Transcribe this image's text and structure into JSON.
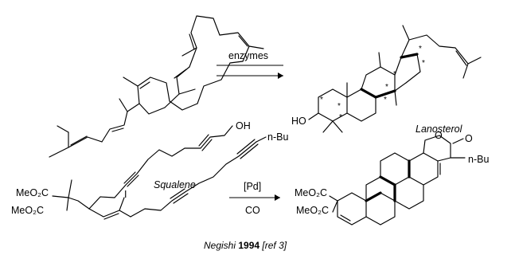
{
  "top_reaction": {
    "reactant_name": "Squalene",
    "reagent": "enzymes",
    "product_name": "Lanosterol",
    "product_hydroxyl": "HO",
    "stereocenter_mark": "*"
  },
  "bottom_reaction": {
    "reactant_ester_1": "MeO₂C",
    "reactant_ester_2": "MeO₂C",
    "reactant_hydroxyl": "OH",
    "reactant_halide": "I",
    "reactant_alkyl": "n-Bu",
    "catalyst": "[Pd]",
    "gas": "CO",
    "product_ester_1": "MeO₂C",
    "product_ester_2": "MeO₂C",
    "product_carbonyl_o": "O",
    "product_ring_o": "O",
    "product_alkyl": "n-Bu"
  },
  "caption": {
    "author": "Negishi",
    "year": "1994",
    "ref": "[ref 3]"
  }
}
